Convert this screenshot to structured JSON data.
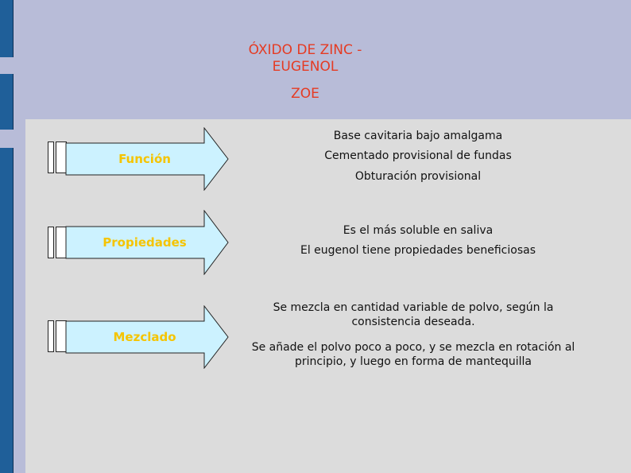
{
  "title": {
    "line1": "ÓXIDO DE ZINC -",
    "line2": "EUGENOL",
    "abbr": "ZOE"
  },
  "sections": [
    {
      "label": "Función",
      "items": [
        "Base cavitaria bajo amalgama",
        "Cementado provisional de fundas",
        "Obturación provisional"
      ]
    },
    {
      "label": "Propiedades",
      "items": [
        "Es el más soluble en saliva",
        "El eugenol tiene propiedades beneficiosas"
      ]
    },
    {
      "label": "Mezclado",
      "items": [
        "Se mezcla en cantidad variable de polvo, según la consistencia deseada.",
        "Se añade el polvo poco a poco, y se mezcla en rotación al principio, y luego en forma de mantequilla"
      ]
    }
  ],
  "colors": {
    "background": "#b8bcd8",
    "panel": "#dcdcdc",
    "title": "#e53b23",
    "arrow_fill": "#ccf2ff",
    "arrow_label": "#f5c400",
    "side_bar": "#1f5f99"
  }
}
